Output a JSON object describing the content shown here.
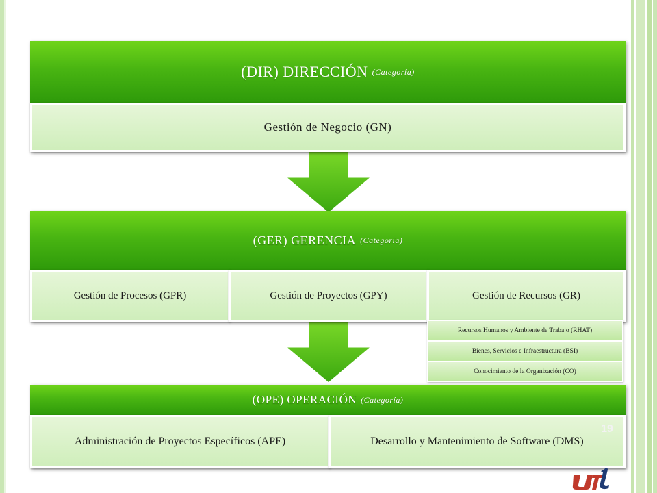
{
  "dir": {
    "title": "(DIR) DIRECCIÓN",
    "category": "(Categoría)",
    "cells": [
      "Gestión de Negocio (GN)"
    ]
  },
  "ger": {
    "title": "(GER) GERENCIA",
    "category": "(Categoría)",
    "cells": [
      "Gestión de Procesos (GPR)",
      "Gestión de Proyectos (GPY)",
      "Gestión de Recursos (GR)"
    ],
    "gr_items": [
      "Recursos Humanos y Ambiente de Trabajo (RHAT)",
      "Bienes, Servicios e Infraestructura (BSI)",
      "Conocimiento de la Organización (CO)"
    ]
  },
  "ope": {
    "title": "(OPE) OPERACIÓN",
    "category": "(Categoría)",
    "cells": [
      "Administración de Proyectos Específicos (APE)",
      "Desarrollo y Mantenimiento de Software (DMS)"
    ]
  },
  "page_number": "19",
  "logo_icon": "utt-logo-icon",
  "colors": {
    "band_green": "#49b512",
    "cell_green": "#d6f0c4",
    "frame_green": "#c9e6b4",
    "logo_red": "#c0392b",
    "logo_blue": "#1f3b73"
  }
}
